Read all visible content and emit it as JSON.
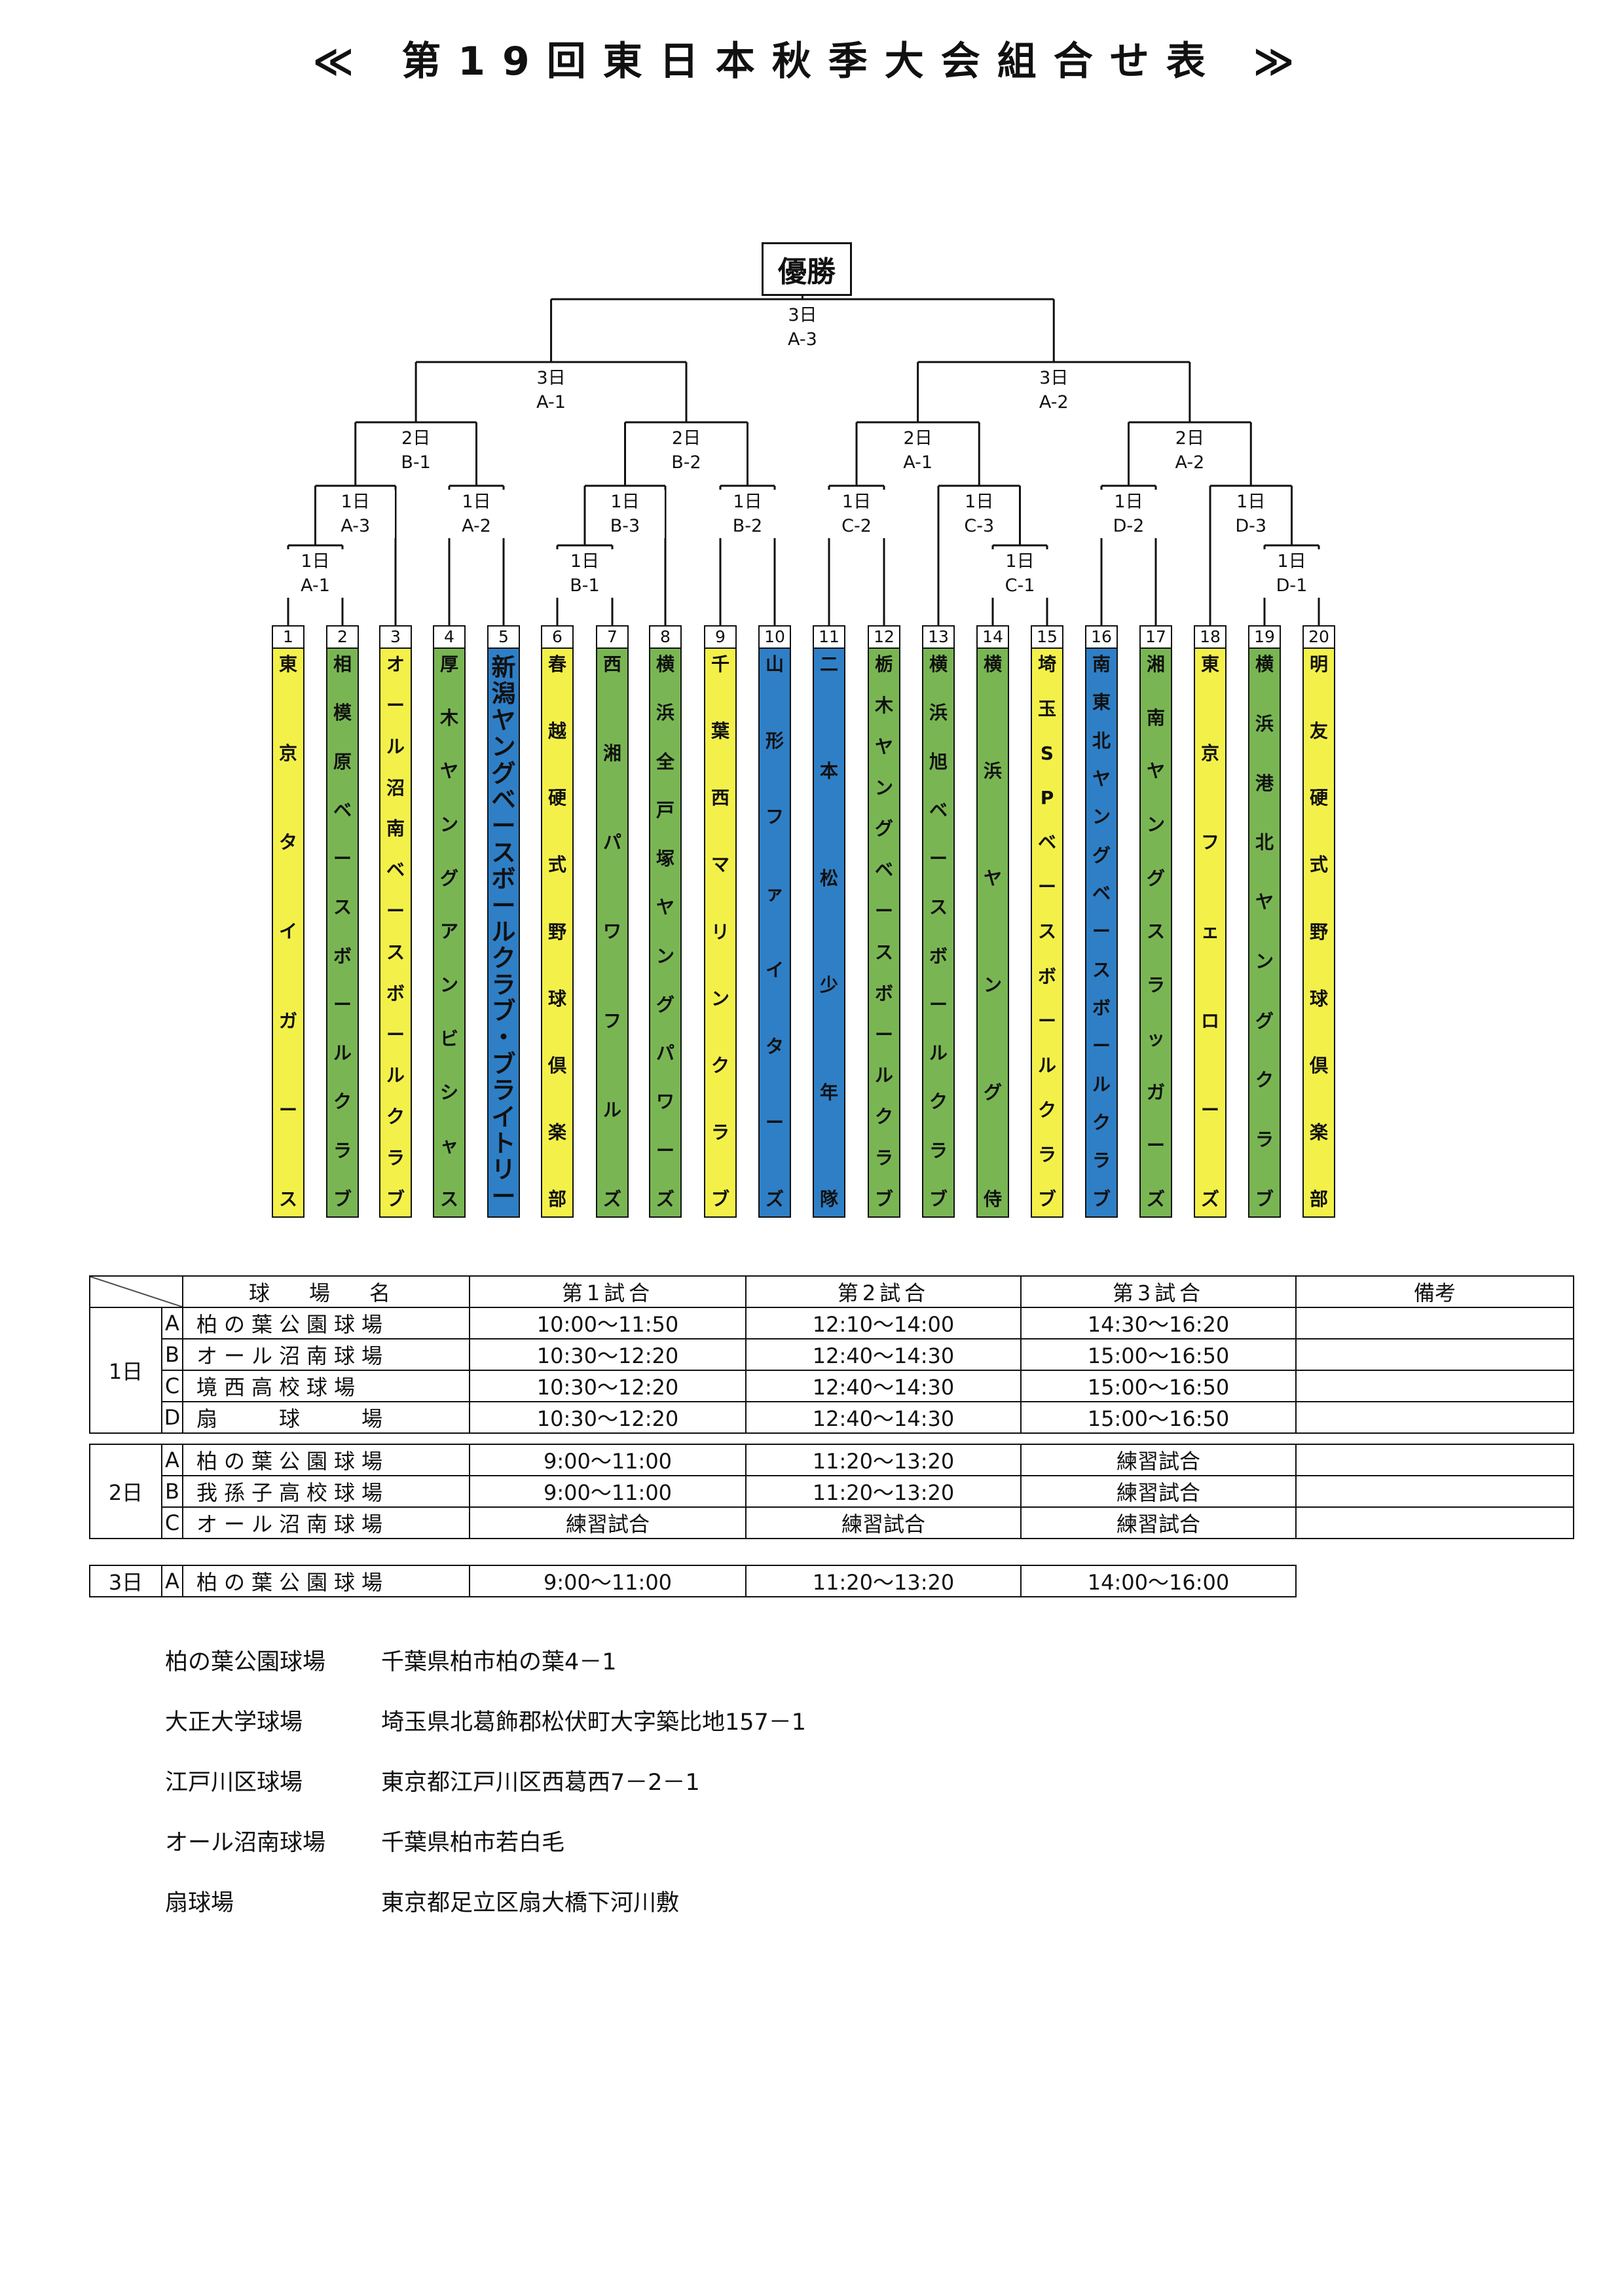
{
  "title": "≪ 第19回東日本秋季大会組合せ表 ≫",
  "bracket": {
    "champion": "優勝",
    "matches": [
      {
        "day": "1日",
        "code": "A-1"
      },
      {
        "day": "1日",
        "code": "A-3"
      },
      {
        "day": "1日",
        "code": "A-2"
      },
      {
        "day": "2日",
        "code": "B-1"
      },
      {
        "day": "1日",
        "code": "B-1"
      },
      {
        "day": "1日",
        "code": "B-3"
      },
      {
        "day": "1日",
        "code": "B-2"
      },
      {
        "day": "2日",
        "code": "B-2"
      },
      {
        "day": "3日",
        "code": "A-1"
      },
      {
        "day": "1日",
        "code": "C-2"
      },
      {
        "day": "1日",
        "code": "C-1"
      },
      {
        "day": "1日",
        "code": "C-3"
      },
      {
        "day": "2日",
        "code": "A-1"
      },
      {
        "day": "1日",
        "code": "D-2"
      },
      {
        "day": "1日",
        "code": "D-1"
      },
      {
        "day": "1日",
        "code": "D-3"
      },
      {
        "day": "2日",
        "code": "A-2"
      },
      {
        "day": "3日",
        "code": "A-2"
      },
      {
        "day": "3日",
        "code": "A-3"
      }
    ]
  },
  "teams": [
    {
      "num": "1",
      "name": "東京タイガース",
      "color": "#f4f04a"
    },
    {
      "num": "2",
      "name": "相模原ベースボールクラブ",
      "color": "#79b653"
    },
    {
      "num": "3",
      "name": "オール沼南ベースボールクラブ",
      "color": "#f4f04a"
    },
    {
      "num": "4",
      "name": "厚木ヤングアンビシャス",
      "color": "#79b653"
    },
    {
      "num": "5",
      "name": "新潟ヤングベースボールクラブ・ブライトリー",
      "color": "#2f7fc6"
    },
    {
      "num": "6",
      "name": "春越硬式野球倶楽部",
      "color": "#f4f04a"
    },
    {
      "num": "7",
      "name": "西湘パワフルズ",
      "color": "#79b653"
    },
    {
      "num": "8",
      "name": "横浜全戸塚ヤングパワーズ",
      "color": "#79b653"
    },
    {
      "num": "9",
      "name": "千葉西マリンクラブ",
      "color": "#f4f04a"
    },
    {
      "num": "10",
      "name": "山形ファイターズ",
      "color": "#2f7fc6"
    },
    {
      "num": "11",
      "name": "二本松少年隊",
      "color": "#2f7fc6"
    },
    {
      "num": "12",
      "name": "栃木ヤングベースボールクラブ",
      "color": "#79b653"
    },
    {
      "num": "13",
      "name": "横浜旭ベースボールクラブ",
      "color": "#79b653"
    },
    {
      "num": "14",
      "name": "横浜ヤング侍",
      "color": "#79b653"
    },
    {
      "num": "15",
      "name": "埼玉SPベースボールクラブ",
      "color": "#f4f04a"
    },
    {
      "num": "16",
      "name": "南東北ヤングベースボールクラブ",
      "color": "#2f7fc6"
    },
    {
      "num": "17",
      "name": "湘南ヤングスラッガーズ",
      "color": "#79b653"
    },
    {
      "num": "18",
      "name": "東京フェローズ",
      "color": "#f4f04a"
    },
    {
      "num": "19",
      "name": "横浜港北ヤングクラブ",
      "color": "#79b653"
    },
    {
      "num": "20",
      "name": "明友硬式野球倶楽部",
      "color": "#f4f04a"
    }
  ],
  "schedule": {
    "headers": {
      "venue": "球場名",
      "game1": "第1試合",
      "game2": "第2試合",
      "game3": "第3試合",
      "notes": "備考"
    },
    "days": [
      {
        "day": "1日",
        "rows": [
          {
            "code": "A",
            "venue": "柏の葉公園球場",
            "g1": "10:00〜11:50",
            "g2": "12:10〜14:00",
            "g3": "14:30〜16:20",
            "notes": ""
          },
          {
            "code": "B",
            "venue": "オール沼南球場",
            "g1": "10:30〜12:20",
            "g2": "12:40〜14:30",
            "g3": "15:00〜16:50",
            "notes": ""
          },
          {
            "code": "C",
            "venue": "境西高校球場",
            "g1": "10:30〜12:20",
            "g2": "12:40〜14:30",
            "g3": "15:00〜16:50",
            "notes": ""
          },
          {
            "code": "D",
            "venue": "扇　　球　　場",
            "g1": "10:30〜12:20",
            "g2": "12:40〜14:30",
            "g3": "15:00〜16:50",
            "notes": ""
          }
        ]
      },
      {
        "day": "2日",
        "rows": [
          {
            "code": "A",
            "venue": "柏の葉公園球場",
            "g1": "9:00〜11:00",
            "g2": "11:20〜13:20",
            "g3": "練習試合",
            "notes": ""
          },
          {
            "code": "B",
            "venue": "我孫子高校球場",
            "g1": "9:00〜11:00",
            "g2": "11:20〜13:20",
            "g3": "練習試合",
            "notes": ""
          },
          {
            "code": "C",
            "venue": "オール沼南球場",
            "g1": "練習試合",
            "g2": "練習試合",
            "g3": "練習試合",
            "notes": ""
          }
        ]
      },
      {
        "day": "3日",
        "rows": [
          {
            "code": "A",
            "venue": "柏の葉公園球場",
            "g1": "9:00〜11:00",
            "g2": "11:20〜13:20",
            "g3": "14:00〜16:00"
          }
        ]
      }
    ]
  },
  "addresses": [
    {
      "name": "柏の葉公園球場",
      "address": "千葉県柏市柏の葉4－1"
    },
    {
      "name": "大正大学球場",
      "address": "埼玉県北葛飾郡松伏町大字築比地157－1"
    },
    {
      "name": "江戸川区球場",
      "address": "東京都江戸川区西葛西7－2－1"
    },
    {
      "name": "オール沼南球場",
      "address": "千葉県柏市若白毛"
    },
    {
      "name": "扇球場",
      "address": "東京都足立区扇大橋下河川敷"
    }
  ]
}
